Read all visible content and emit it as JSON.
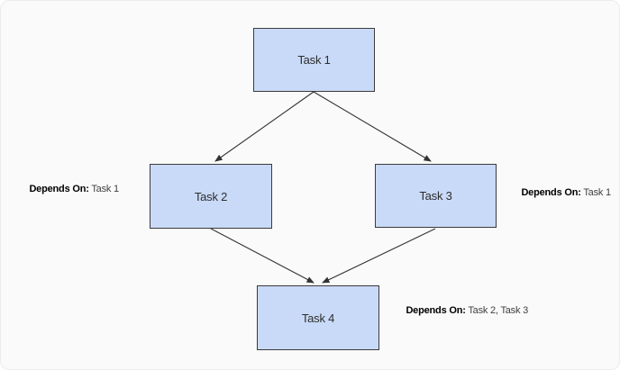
{
  "canvas": {
    "background": "#fafafa"
  },
  "style": {
    "node_fill": "#c9daf8",
    "node_border": "#3b3b3b",
    "edge_color": "#333333",
    "annotation_bold_color": "#000000",
    "annotation_text_color": "#404040"
  },
  "nodes": [
    {
      "id": "task-1",
      "label": "Task 1"
    },
    {
      "id": "task-2",
      "label": "Task 2"
    },
    {
      "id": "task-3",
      "label": "Task 3"
    },
    {
      "id": "task-4",
      "label": "Task 4"
    }
  ],
  "annotations": [
    {
      "for": "task-2",
      "bold": "Depends On:",
      "text": " Task 1"
    },
    {
      "for": "task-3",
      "bold": "Depends On:",
      "text": " Task 1"
    },
    {
      "for": "task-4",
      "bold": "Depends On:",
      "text": " Task 2, Task 3"
    }
  ],
  "edges": [
    {
      "from": "Task 1",
      "to": "Task 2"
    },
    {
      "from": "Task 1",
      "to": "Task 3"
    },
    {
      "from": "Task 2",
      "to": "Task 4"
    },
    {
      "from": "Task 3",
      "to": "Task 4"
    }
  ]
}
